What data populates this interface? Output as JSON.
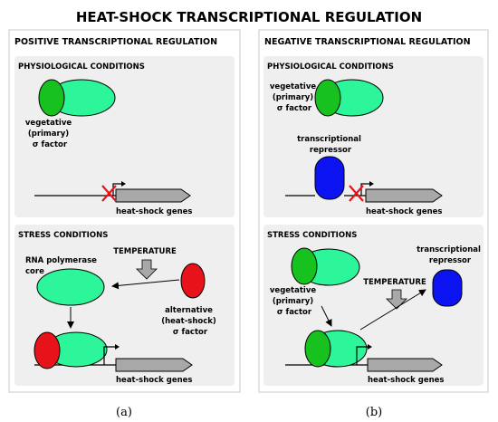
{
  "title": "HEAT-SHOCK TRANSCRIPTIONAL REGULATION",
  "left": {
    "header": "POSITIVE TRANSCRIPTIONAL REGULATION",
    "physio_title": "PHYSIOLOGICAL CONDITIONS",
    "sigma_label": [
      "vegetative",
      "(primary)",
      "σ factor"
    ],
    "genes_label_top": "heat-shock genes",
    "stress_title": "STRESS CONDITIONS",
    "core_label": [
      "RNA polymerase",
      "core"
    ],
    "temperature": "TEMPERATURE",
    "alt_sigma_label": [
      "alternative",
      "(heat-shock)",
      "σ factor"
    ],
    "genes_label_bottom": "heat-shock genes",
    "caption": "(a)"
  },
  "right": {
    "header": "NEGATIVE TRANSCRIPTIONAL REGULATION",
    "physio_title": "PHYSIOLOGICAL CONDITIONS",
    "sigma_label": [
      "vegetative",
      "(primary)",
      "σ factor"
    ],
    "repressor_label": [
      "transcriptional",
      "repressor"
    ],
    "genes_label_top": "heat-shock genes",
    "stress_title": "STRESS CONDITIONS",
    "sigma_label_stress": [
      "vegetative",
      "(primary)",
      "σ factor"
    ],
    "temperature": "TEMPERATURE",
    "repressor_label_stress": [
      "transcriptional",
      "repressor"
    ],
    "genes_label_bottom": "heat-shock genes",
    "caption": "(b)"
  },
  "colors": {
    "core": "#2df59a",
    "primary_sigma": "#17c21e",
    "alt_sigma": "#e8121a",
    "repressor": "#0b14f0",
    "gene": "#a8a8a8",
    "panel": "#efefef",
    "box_border": "#c8c8c8"
  }
}
